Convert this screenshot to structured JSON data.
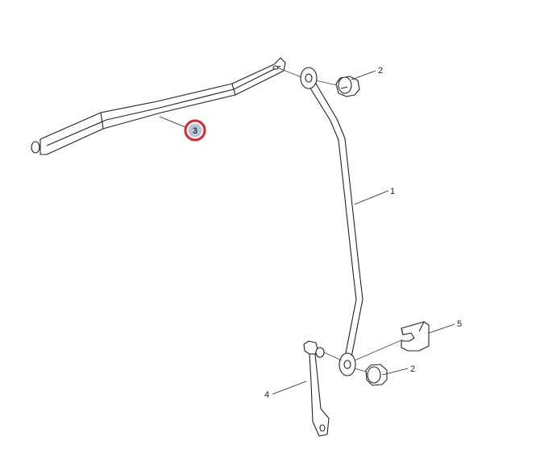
{
  "diagram": {
    "callouts": [
      {
        "id": "1",
        "label": "1"
      },
      {
        "id": "2a",
        "label": "2"
      },
      {
        "id": "2b",
        "label": "2"
      },
      {
        "id": "3",
        "label": "3",
        "highlighted": true
      },
      {
        "id": "4",
        "label": "4"
      },
      {
        "id": "5",
        "label": "5"
      }
    ],
    "highlight_color": "#e0232e",
    "badge_fill": "#b9c4d6"
  }
}
